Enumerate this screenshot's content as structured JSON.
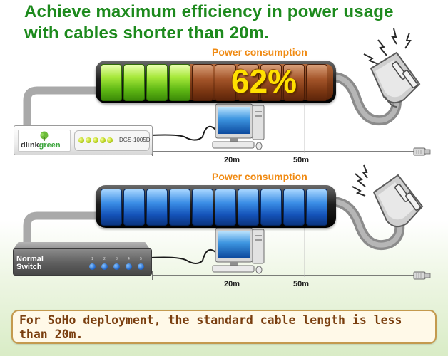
{
  "headline": "Achieve maximum efficiency in power usage with cables shorter than 20m.",
  "top_panel": {
    "power_label": "Power consumption",
    "percentage_text": "62%",
    "power_fraction": 0.62,
    "switch_logo_left": "dlink",
    "switch_logo_right": "green",
    "switch_model": "DGS-1005D",
    "distance_near": "20m",
    "distance_far": "50m"
  },
  "bottom_panel": {
    "power_label": "Power consumption",
    "switch_label_line1": "Normal",
    "switch_label_line2": "Switch",
    "port_numbers": [
      "1",
      "2",
      "3",
      "4",
      "5"
    ],
    "distance_near": "20m",
    "distance_far": "50m"
  },
  "note": "For SoHo deployment, the standard cable length is less than 20m.",
  "colors": {
    "headline": "#1d8a1d",
    "power_label": "#f08a12",
    "percentage": "#ffe000",
    "note_text": "#7a3f10",
    "note_border": "#c49a4e"
  },
  "icons": [
    "power-plug-icon",
    "electric-spark-icon",
    "desktop-computer-icon",
    "rj45-connector-icon",
    "leaf-tree-icon"
  ]
}
